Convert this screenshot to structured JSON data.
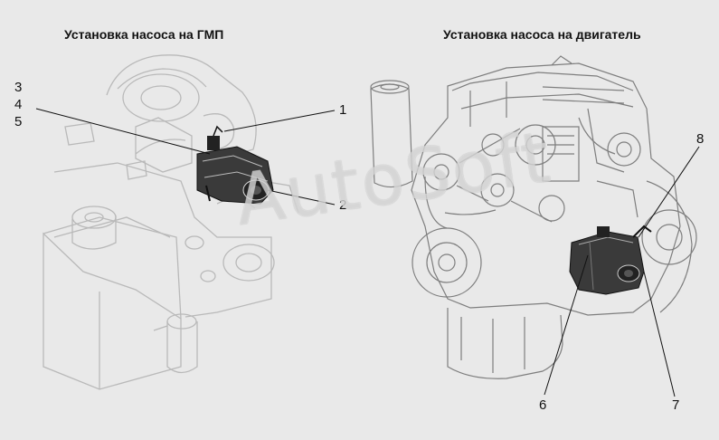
{
  "captions": {
    "left": "Установка насоса на ГМП",
    "right": "Установка насоса на двигатель"
  },
  "callouts": {
    "c1": "1",
    "c2": "2",
    "c3": "3",
    "c4": "4",
    "c5": "5",
    "c6": "6",
    "c7": "7",
    "c8": "8"
  },
  "watermark": "AutoSoft",
  "colors": {
    "background": "#e9e9e9",
    "line": "#8a8a8a",
    "faint_line": "#b9b9b9",
    "pump_fill": "#222222",
    "pump_body": "#3a3a3a",
    "leader": "#111111"
  }
}
